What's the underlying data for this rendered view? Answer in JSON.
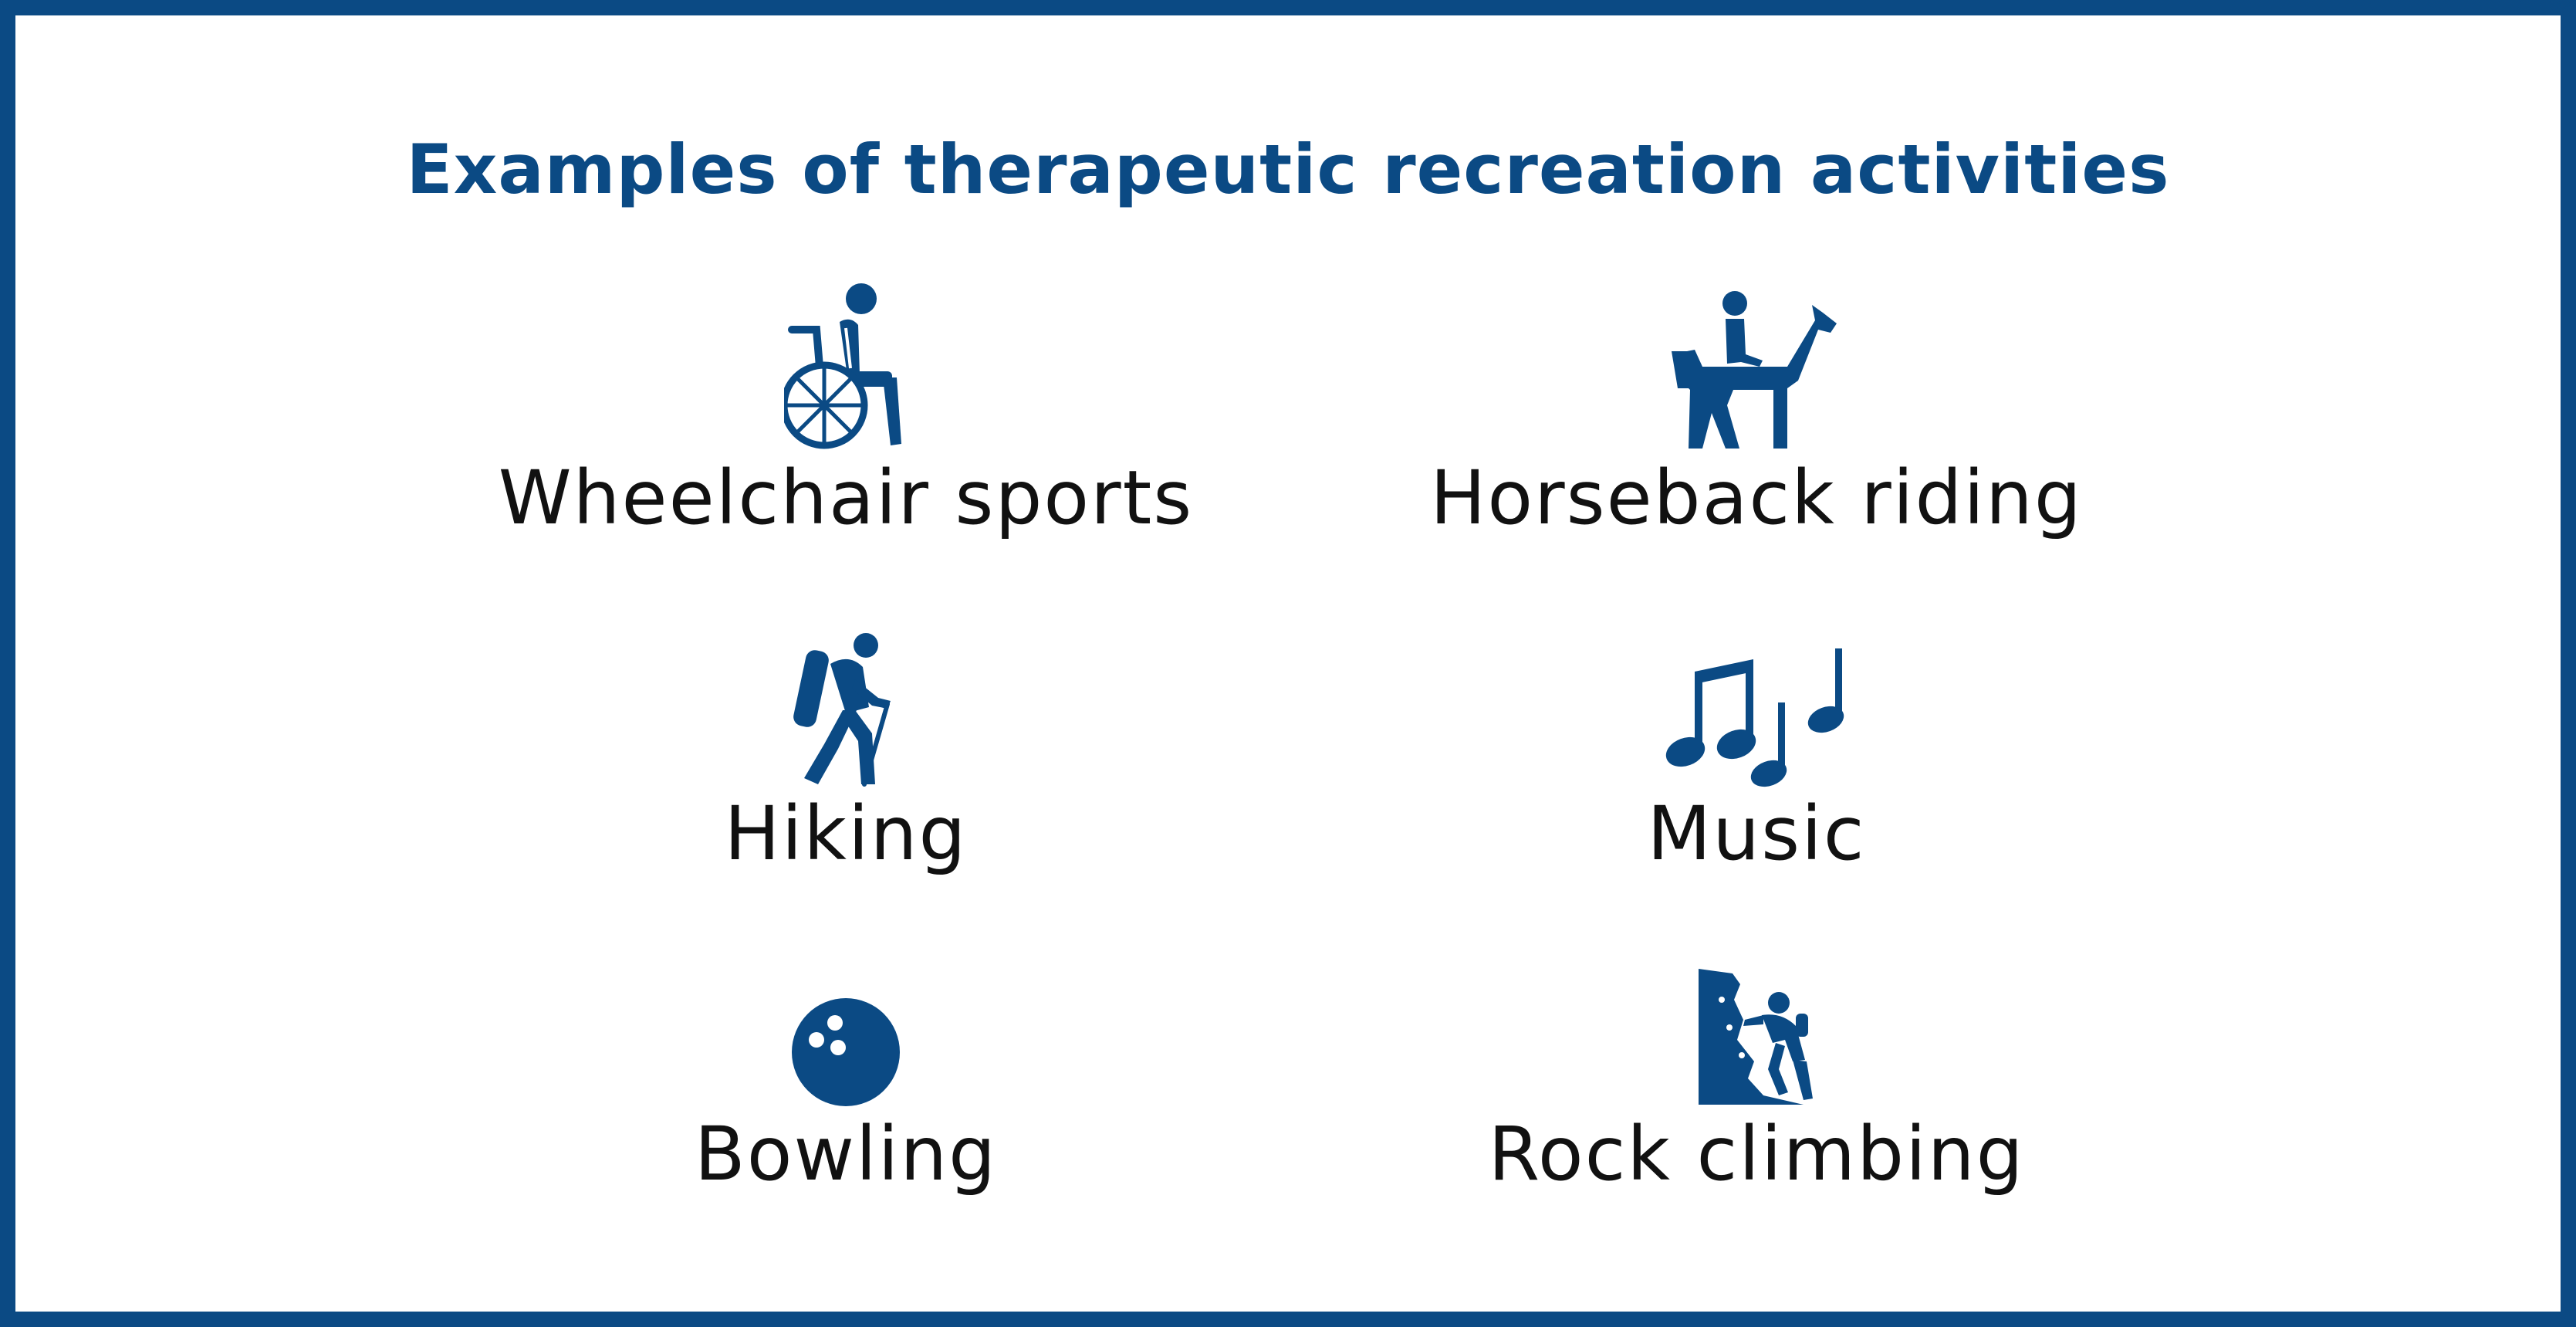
{
  "title": "Examples of therapeutic recreation activities",
  "colors": {
    "accent": "#0b4a84",
    "text": "#111111",
    "background": "#ffffff"
  },
  "activities": [
    {
      "label": "Wheelchair sports",
      "icon": "wheelchair-icon"
    },
    {
      "label": "Horseback riding",
      "icon": "horse-rider-icon"
    },
    {
      "label": "Hiking",
      "icon": "hiker-icon"
    },
    {
      "label": "Music",
      "icon": "music-notes-icon"
    },
    {
      "label": "Bowling",
      "icon": "bowling-ball-icon"
    },
    {
      "label": "Rock climbing",
      "icon": "rock-climber-icon"
    }
  ]
}
